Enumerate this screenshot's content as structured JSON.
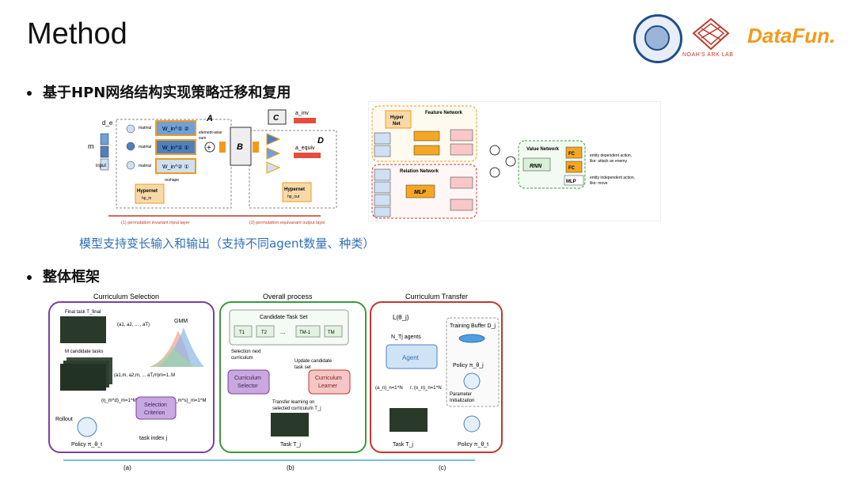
{
  "title": "Method",
  "bullets": {
    "b1": "基于HPN网络结构实现策略迁移和复用",
    "b2": "整体框架"
  },
  "caption": "模型支持变长输入和输出（支持不同agent数量、种类）",
  "logos": {
    "noah": "NOAH'S ARK LAB",
    "datafun": "DataFun."
  },
  "colors": {
    "accent_blue": "#2f6fb5",
    "orange": "#f29a1c",
    "purple": "#7b3fa0",
    "green": "#3a9a3a",
    "red": "#c0392b"
  },
  "fig1": {
    "d_e": "d_e",
    "m": "m",
    "input": "input",
    "matmul1": "matmul",
    "matmul2": "matmul",
    "matmul3": "matmul",
    "w1": "W_in^① ②",
    "w2": "W_in^① ①",
    "w3": "W_in^② ①",
    "label_A": "A",
    "elementwise": "element-wise",
    "sum": "sum",
    "reshape": "reshape",
    "hypernet_in": "Hypernet",
    "hypernet_in_sub": "hp_in",
    "label_B": "B",
    "label_C": "C",
    "label_D": "D",
    "a_inv": "a_inv",
    "a_equiv": "a_equiv",
    "hypernet_out": "Hypernet",
    "hypernet_out_sub": "hp_out",
    "cap1": "(1) permutation invariant input layer",
    "cap2": "(2) permutation equivariant output layer"
  },
  "fig2": {
    "feature_network": "Feature Network",
    "hyper_net": "Hyper",
    "hyper_net2": "Net",
    "relation_network": "Relation Network",
    "mlp": "MLP",
    "value_network": "Value Network",
    "rnn": "RNN",
    "fc1": "FC",
    "fc2": "FC",
    "mlp2": "MLP",
    "out1": "entity dependent action,",
    "out1b": "like: attack an enemy",
    "out2": "entity independent action,",
    "out2b": "like: move"
  },
  "fig3": {
    "cs_title": "Curriculum Selection",
    "op_title": "Overall process",
    "ct_title": "Curriculum Transfer",
    "final_task": "Final task T_final",
    "m_candidate": "M candidate tasks",
    "gmm": "GMM",
    "seq1": "(a1, a2, ... , aT)",
    "seq2": "(a1,m, a2,m, ... aT,m)m=1..M",
    "eta": "(η_m^d)_m=1^M",
    "eta2": "(η_m^s)_m=1^M",
    "selection": "Selection",
    "criterion": "Criterion",
    "rollout": "Rollout",
    "task_index": "task index j",
    "policy_left": "Policy π_θ_t",
    "candidate_set": "Candidate Task Set",
    "t1": "T1",
    "t2": "T2",
    "dots": "...",
    "tm1": "TM-1",
    "tm": "TM",
    "sel_next": "Selection next",
    "curriculum": "curriculum",
    "update_cand": "Update candidate",
    "task_set": "task set",
    "cur_selector1": "Curriculum",
    "cur_selector2": "Selector",
    "cur_learner1": "Curriculum",
    "cur_learner2": "Learner",
    "transfer1": "Transfer learning on",
    "transfer2": "selected curriculum T_j",
    "task_mid": "Task T_j",
    "loss": "L(θ_j)",
    "n_agents": "N_Tj agents",
    "agent": "Agent",
    "training_buffer": "Training Buffer D_j",
    "policy_right_top": "Policy π_θ_j",
    "param_init1": "Parameter",
    "param_init2": "Initialization",
    "a_n": "(a_n)_n=1^N",
    "r_o": "r, (o_n)_n=1^N",
    "task_right": "Task T_j",
    "policy_right_bot": "Policy π_θ_t",
    "lab_a": "(a)",
    "lab_b": "(b)",
    "lab_c": "(c)"
  }
}
